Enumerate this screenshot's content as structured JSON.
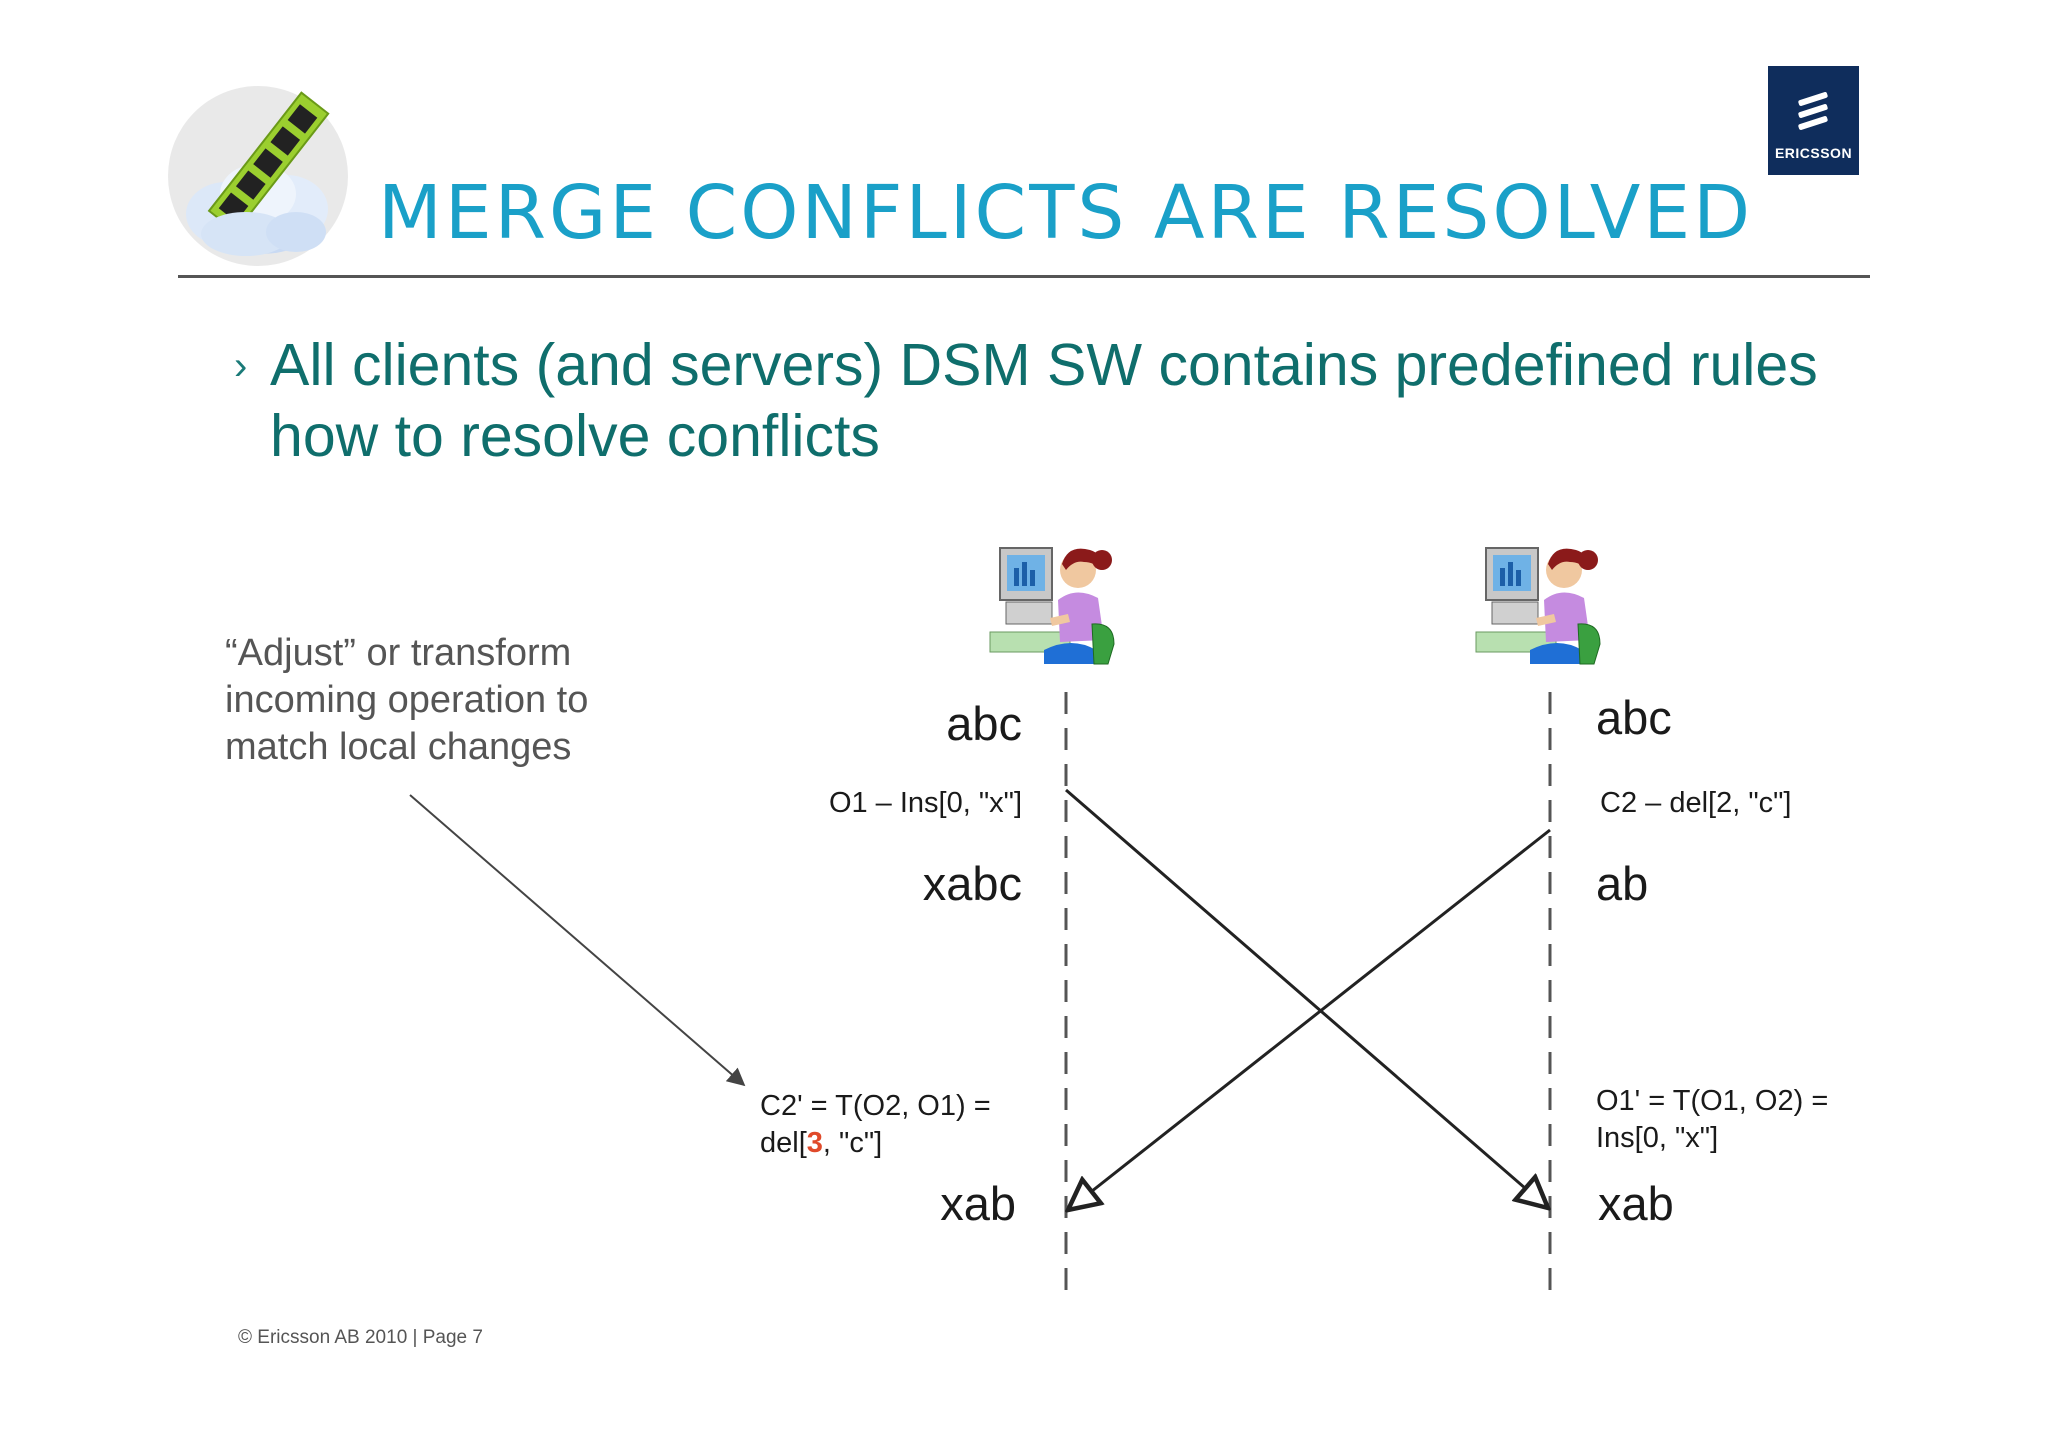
{
  "slide": {
    "title": "MERGE CONFLICTS ARE RESOLVED",
    "logo_text": "ERICSSON",
    "bullet_marker": "›",
    "bullet_text": "All clients (and servers) DSM SW contains predefined rules how to resolve conflicts",
    "callout_text": "“Adjust” or transform incoming operation to match local changes",
    "footer": "© Ericsson AB 2010  |  Page 7"
  },
  "diagram": {
    "left": {
      "state_initial": "abc",
      "op_local": "O1 – Ins[0, \"x\"]",
      "state_after_local": "xabc",
      "op_transformed_line1": "C2' = T(O2, O1) =",
      "op_transformed_line2_pre": "del[",
      "op_transformed_highlight": "3",
      "op_transformed_line2_post": ", \"c\"]",
      "state_final": "xab"
    },
    "right": {
      "state_initial": "abc",
      "op_local": "C2 – del[2, \"c\"]",
      "state_after_local": "ab",
      "op_transformed_line1": "O1' = T(O1, O2) =",
      "op_transformed_line2": "Ins[0, \"x\"]",
      "state_final": "xab"
    },
    "icons": [
      "memory-cloud-icon",
      "user-at-computer-icon",
      "user-at-computer-icon"
    ],
    "colors": {
      "title": "#1aa0c8",
      "bullet": "#0f6e6c",
      "callout": "#555555",
      "highlight": "#e04a2a",
      "logo_bg": "#0f2d5c"
    }
  }
}
